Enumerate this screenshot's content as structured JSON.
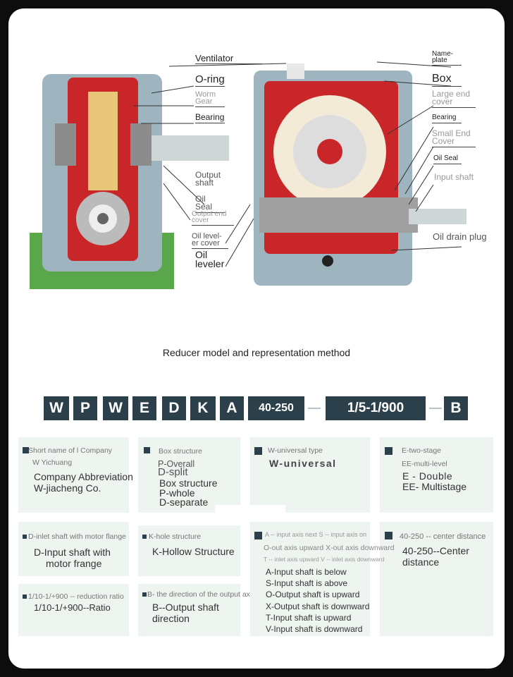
{
  "diagram": {
    "left_labels": [
      "Ventilator",
      "O-ring",
      "Worm Gear",
      "Bearing",
      "Output shaft",
      "Oil Seal",
      "Output end cover",
      "Oil level-er cover",
      "Oil leveler"
    ],
    "right_labels": [
      "Name-plate",
      "Box",
      "Large end cover",
      "Bearing",
      "Small End Cover",
      "Oil Seal",
      "Input shaft",
      "Oil drain plug"
    ]
  },
  "subtitle": "Reducer model and representation method",
  "model_code": [
    "W",
    "P",
    "W",
    "E",
    "D",
    "K",
    "A",
    "40-250",
    "1/5-1/900",
    "B"
  ],
  "cards": [
    {
      "small": [
        "Short name of l Company",
        "W Yichuang"
      ],
      "big": [
        "Company Abbreviation",
        "W-jiacheng Co."
      ]
    },
    {
      "small": [
        "Box structure"
      ],
      "mid": [
        "P-Overall",
        "D-split"
      ],
      "big": [
        "Box structure",
        "P-whole",
        "D-separate"
      ]
    },
    {
      "small": [
        "W-universal type"
      ],
      "big": [
        "W-universal"
      ]
    },
    {
      "small": [
        "E-two-stage",
        "EE-multi-level"
      ],
      "big": [
        "E - Double",
        "EE- Multistage"
      ]
    },
    {
      "small": [
        "D-inlet shaft with motor flange"
      ],
      "big": [
        "D-Input shaft with",
        "motor frange"
      ]
    },
    {
      "small": [
        "K-hole structure"
      ],
      "big": [
        "K-Hollow Structure"
      ]
    },
    {
      "small": [
        "A -- input axis next S -- input axis on",
        "O-out axis upward X-out axis downward",
        "T -- inlet axis upward V -- inlet axis downward"
      ],
      "big": [
        "A-Input shaft is below",
        "S-Input shaft is above",
        "O-Output shaft is upward",
        "X-Output shaft is downward",
        "T-Input shaft is upward",
        "V-Input shaft is downward"
      ]
    },
    {
      "small": [
        "40-250 -- center distance"
      ],
      "big": [
        "40-250--Center",
        "distance"
      ]
    },
    {
      "small": [
        "1/10-1/+900 -- reduction ratio"
      ],
      "big": [
        "1/10-1/+900--Ratio"
      ]
    },
    {
      "small": [
        "B- the direction of the output axis"
      ],
      "big": [
        "B--Output shaft",
        "direction"
      ]
    }
  ],
  "colors": {
    "code_bg": "#2b404a",
    "card_bg": "#eef4ef",
    "housing": "#9eb4be",
    "red": "#c9262a",
    "green": "#5aa64a"
  }
}
